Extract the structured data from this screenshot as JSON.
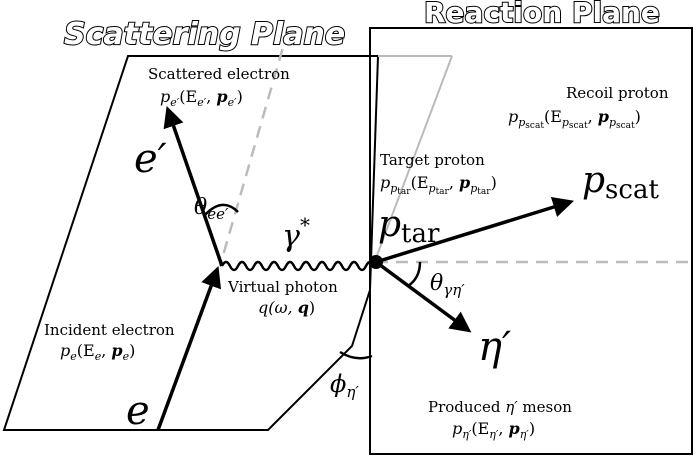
{
  "titles": {
    "scattering_plane": "Scattering Plane",
    "reaction_plane": "Reaction Plane"
  },
  "labels": {
    "scattered_electron": {
      "name": "Scattered electron",
      "momentum_base": "p",
      "momentum_sub": "e′",
      "args": "(E",
      "args_sub": "e′",
      "args_bold": "p",
      "args_bold_sub": "e′",
      "args_close": ")"
    },
    "incident_electron": {
      "name": "Incident electron",
      "momentum_base": "p",
      "momentum_sub": "e",
      "args": "(E",
      "args_sub": "e",
      "args_bold": "p",
      "args_bold_sub": "e",
      "args_close": ")"
    },
    "target_proton": {
      "name": "Target proton",
      "momentum_base": "p",
      "momentum_sub": "p",
      "momentum_subsub": "tar",
      "args": "(E",
      "args_sub": "p",
      "args_subsub": "tar",
      "args_bold": "p",
      "args_bold_sub": "p",
      "args_bold_subsub": "tar",
      "args_close": ")"
    },
    "recoil_proton": {
      "name": "Recoil proton",
      "momentum_base": "p",
      "momentum_sub": "p",
      "momentum_subsub": "scat",
      "args": "(E",
      "args_sub": "p",
      "args_subsub": "scat",
      "args_bold": "p",
      "args_bold_sub": "p",
      "args_bold_subsub": "scat",
      "args_close": ")"
    },
    "virtual_photon": {
      "name": "Virtual photon",
      "formula_q": "q(ω, ",
      "formula_bold": "q",
      "formula_close": ")"
    },
    "produced_meson": {
      "name_prefix": "Produced ",
      "name_symbol": "η′",
      "name_suffix": " meson",
      "momentum_base": "p",
      "momentum_sub": "η′",
      "args": "(E",
      "args_sub": "η′",
      "args_bold": "p",
      "args_bold_sub": "η′",
      "args_close": ")"
    }
  },
  "symbols": {
    "e_prime": "e′",
    "e": "e",
    "gamma_star": "γ",
    "gamma_star_sup": "*",
    "p_tar_base": "p",
    "p_tar_sub": "tar",
    "p_scat_base": "p",
    "p_scat_sub": "scat",
    "eta_prime": "η′",
    "theta_ee": "θ",
    "theta_ee_sub": "ee′",
    "theta_gamma_eta": "θ",
    "theta_gamma_eta_sub": "γη′",
    "phi_eta": "ϕ",
    "phi_eta_sub": "η′"
  },
  "colors": {
    "line": "#000000",
    "dashed": "#bbbbbb",
    "background": "#ffffff"
  }
}
